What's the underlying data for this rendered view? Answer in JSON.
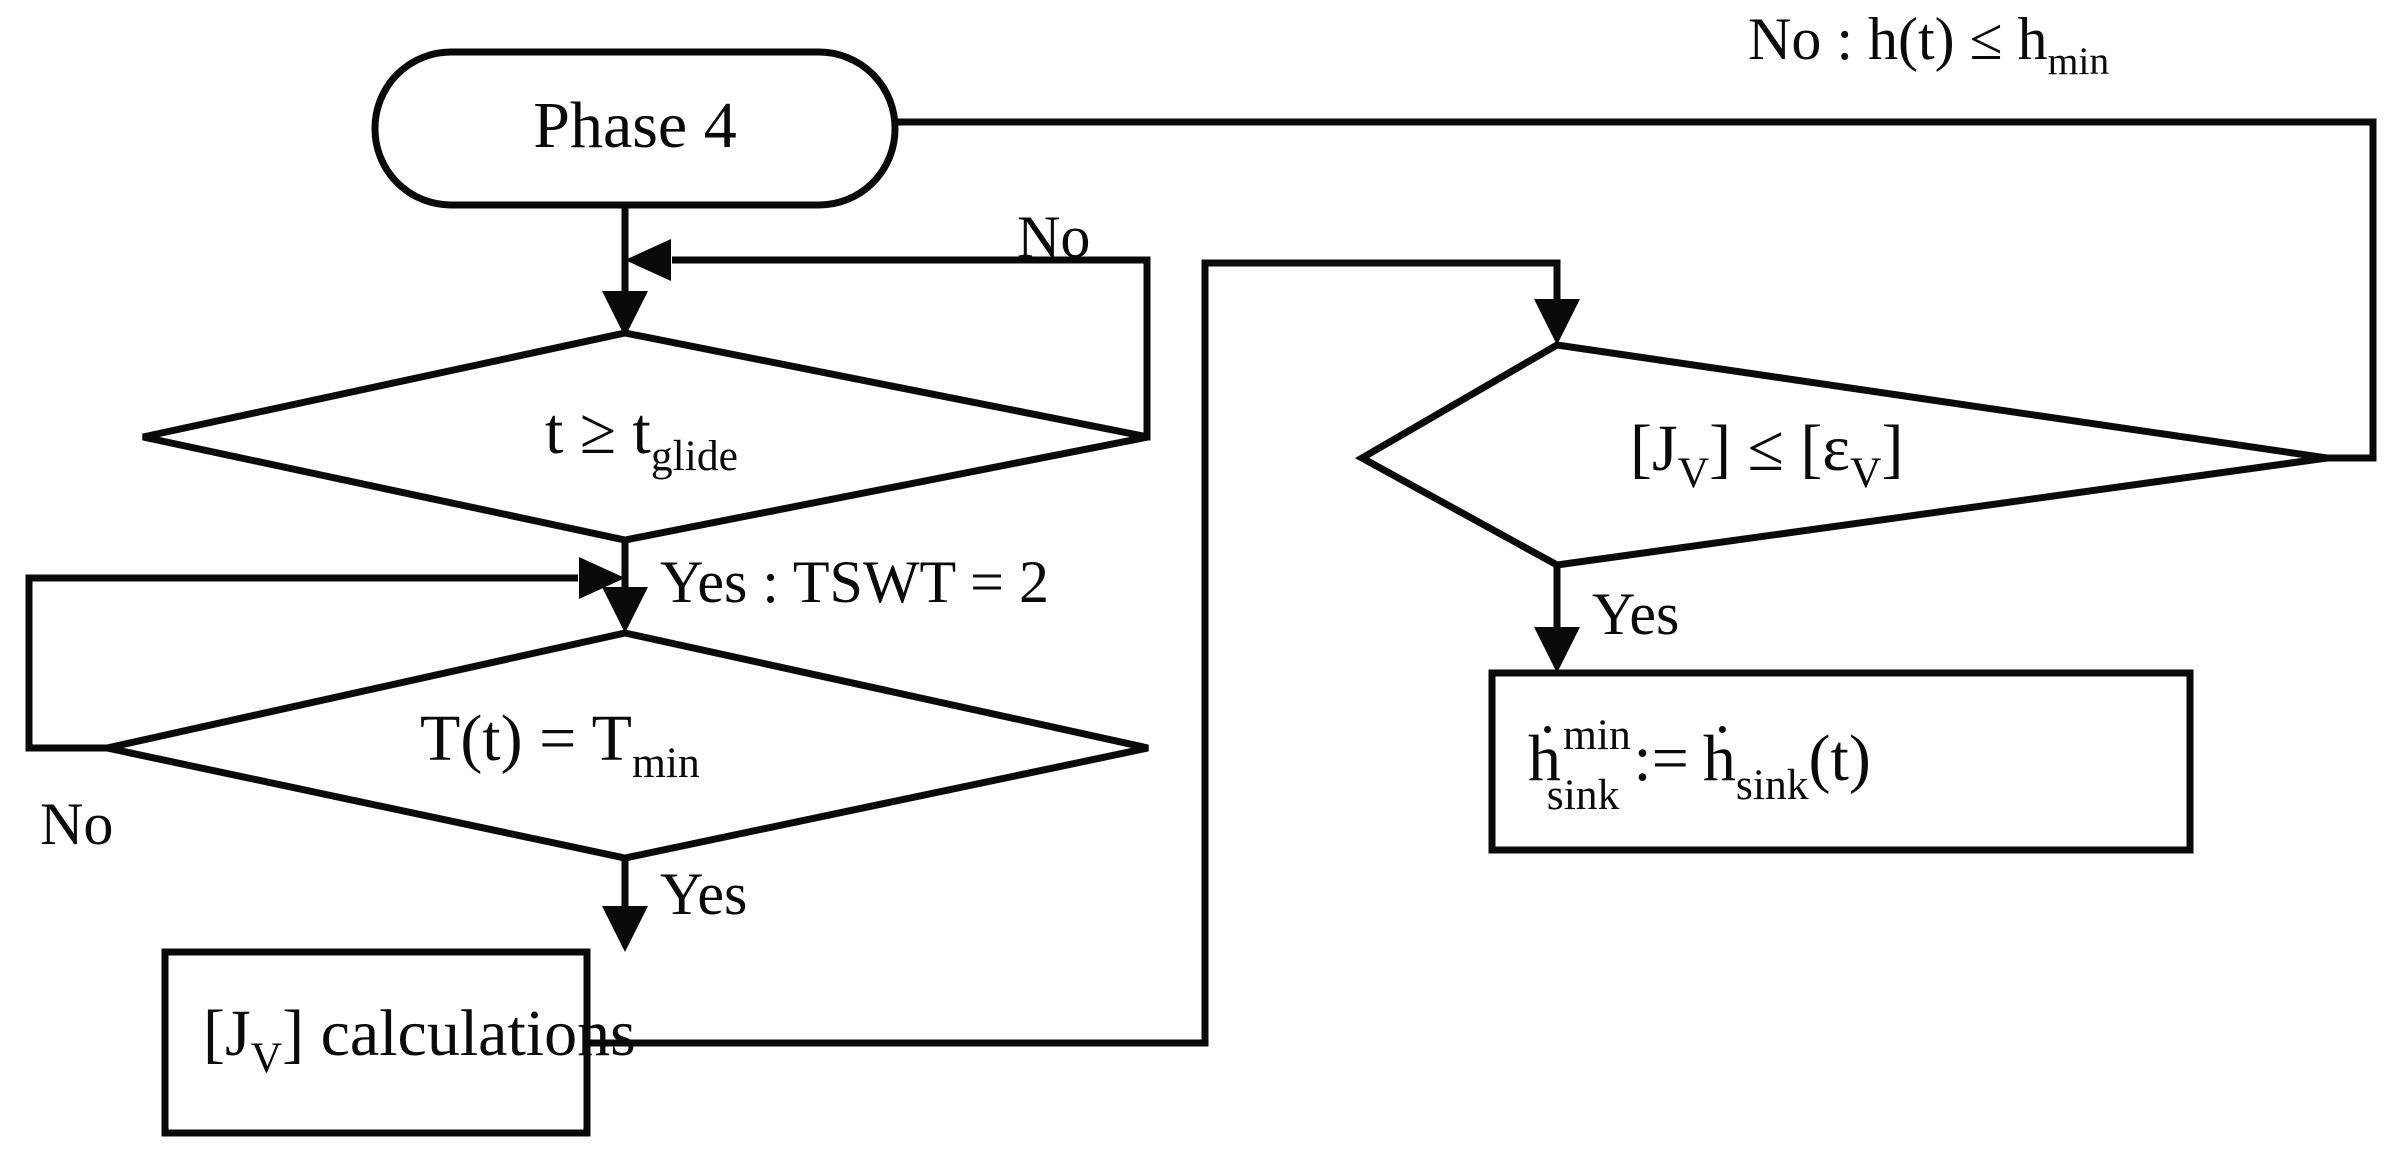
{
  "diagram": {
    "title": "Phase 4 control logic flowchart",
    "background_color": "#ffffff",
    "line_color": "#0a0a0a",
    "nodes": {
      "phase4": {
        "id": "phase-4",
        "shape": "stadium",
        "label": "Phase 4"
      },
      "decision_tglide": {
        "id": "decision-t-glide",
        "shape": "diamond",
        "label_main": "t ≥ t",
        "label_sub": "glide",
        "label_full": "t ≥ t_glide"
      },
      "decision_tmin": {
        "id": "decision-t-min",
        "shape": "diamond",
        "label_main": "T(t) = T",
        "label_sub": "min",
        "label_full": "T(t) = T_min"
      },
      "process_jv": {
        "id": "process-jv-calculations",
        "shape": "rectangle",
        "label_pre": "[J",
        "label_sub": "V",
        "label_post": "] calculations",
        "label_full": "[J_V] calculations"
      },
      "decision_jv": {
        "id": "decision-jv-epsilon",
        "shape": "diamond",
        "label_a": "[J",
        "label_a_sub": "V",
        "label_mid": "] ≤ [ε",
        "label_b_sub": "V",
        "label_end": "]",
        "label_full": "[J_V] ≤ [ε_V]"
      },
      "process_hsink": {
        "id": "process-h-sink-min",
        "shape": "rectangle",
        "lhs_base": "ḣ",
        "lhs_sup": "min",
        "lhs_sub": "sink",
        "operator": ":=",
        "rhs_base": "ḣ",
        "rhs_sub": "sink",
        "rhs_arg": "(t)",
        "label_full": "ḣ_sink^min := ḣ_sink(t)"
      }
    },
    "edge_labels": {
      "no_top_right": "No : h(t) ≤ h",
      "no_top_right_sub": "min",
      "no_top_right_full": "No : h(t) ≤ h_min",
      "no_tglide": "No",
      "yes_tswt": "Yes : TSWT = 2",
      "no_tmin": "No",
      "yes_tmin": "Yes",
      "yes_jv": "Yes"
    }
  }
}
